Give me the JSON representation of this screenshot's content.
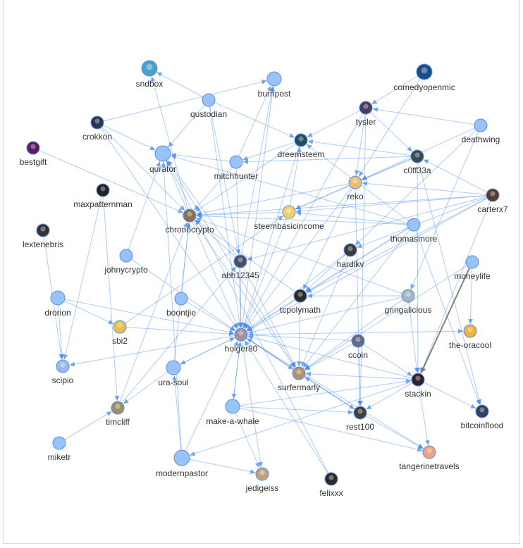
{
  "colors": {
    "edge": "#4a8ef0",
    "node_fill": "#97c2fc",
    "node_border": "#5b8ee6",
    "highlight_edge": "#808080"
  },
  "nodes": [
    {
      "id": "sndbox",
      "label": "sndbox",
      "avatar": "#4aa0c8"
    },
    {
      "id": "burnpost",
      "label": "burnpost"
    },
    {
      "id": "comedyopenmic",
      "label": "comedyopenmic",
      "avatar": "#1a4e8a"
    },
    {
      "id": "qustodian",
      "label": "qustodian"
    },
    {
      "id": "crokkon",
      "label": "crokkon",
      "avatar": "#2a3550"
    },
    {
      "id": "tysler",
      "label": "tysler",
      "avatar": "#4b3a60"
    },
    {
      "id": "deathwing",
      "label": "deathwing"
    },
    {
      "id": "bestgift",
      "label": "bestgift",
      "avatar": "#5a1a66"
    },
    {
      "id": "dreemsteem",
      "label": "dreemsteem",
      "avatar": "#1a4f66"
    },
    {
      "id": "qurator",
      "label": "qurator"
    },
    {
      "id": "c0ff33a",
      "label": "c0ff33a",
      "avatar": "#3a4a50"
    },
    {
      "id": "mitchhunter",
      "label": "mitchhunter"
    },
    {
      "id": "reko",
      "label": "reko",
      "avatar": "#e2c070"
    },
    {
      "id": "maxpatternman",
      "label": "maxpatternman",
      "avatar": "#222222"
    },
    {
      "id": "carterx7",
      "label": "carterx7",
      "avatar": "#5a3a30"
    },
    {
      "id": "chronocrypto",
      "label": "chronocrypto",
      "avatar": "#8a7050"
    },
    {
      "id": "steembasicincome",
      "label": "steembasicincome",
      "avatar": "#f0d060"
    },
    {
      "id": "thomasmore",
      "label": "thomasmore"
    },
    {
      "id": "lextenebris",
      "label": "lextenebris",
      "avatar": "#333333"
    },
    {
      "id": "hardikv",
      "label": "hardikv",
      "avatar": "#3a3a3a"
    },
    {
      "id": "johnycrypto",
      "label": "johnycrypto"
    },
    {
      "id": "abh12345",
      "label": "abh12345",
      "avatar": "#4a5060"
    },
    {
      "id": "moneylife",
      "label": "moneylife"
    },
    {
      "id": "drorion",
      "label": "drorion"
    },
    {
      "id": "boontjie",
      "label": "boontjie"
    },
    {
      "id": "tcpolymath",
      "label": "tcpolymath",
      "avatar": "#2a2a2a"
    },
    {
      "id": "gringalicious",
      "label": "gringalicious",
      "avatar": "#a0b8c0"
    },
    {
      "id": "sbi2",
      "label": "sbi2",
      "avatar": "#e8c050"
    },
    {
      "id": "the-oracool",
      "label": "the-oracool",
      "avatar": "#f0b040"
    },
    {
      "id": "holger80",
      "label": "holger80",
      "avatar": "#a090a0"
    },
    {
      "id": "ccoin",
      "label": "ccoin",
      "avatar": "#606a80"
    },
    {
      "id": "scipio",
      "label": "scipio",
      "avatar": "#9ab8e8"
    },
    {
      "id": "ura-soul",
      "label": "ura-soul"
    },
    {
      "id": "surfermarly",
      "label": "surfermarly",
      "avatar": "#b09070"
    },
    {
      "id": "stackin",
      "label": "stackin",
      "avatar": "#302030"
    },
    {
      "id": "timcliff",
      "label": "timcliff",
      "avatar": "#a09060"
    },
    {
      "id": "make-a-whale",
      "label": "make-a-whale"
    },
    {
      "id": "rest100",
      "label": "rest100",
      "avatar": "#404040"
    },
    {
      "id": "bitcoinflood",
      "label": "bitcoinflood",
      "avatar": "#304060"
    },
    {
      "id": "miketr",
      "label": "miketr"
    },
    {
      "id": "tangerinetravels",
      "label": "tangerinetravels",
      "avatar": "#f0a080"
    },
    {
      "id": "modernpastor",
      "label": "modernpastor"
    },
    {
      "id": "jedigeiss",
      "label": "jedigeiss",
      "avatar": "#c0a080"
    },
    {
      "id": "felixxx",
      "label": "felixxx",
      "avatar": "#2a2a2a"
    }
  ],
  "edges": [
    [
      "qustodian",
      "sndbox"
    ],
    [
      "qustodian",
      "dreemsteem"
    ],
    [
      "qustodian",
      "qurator"
    ],
    [
      "crokkon",
      "burnpost"
    ],
    [
      "mitchhunter",
      "burnpost"
    ],
    [
      "holger80",
      "burnpost"
    ],
    [
      "abh12345",
      "burnpost"
    ],
    [
      "chronocrypto",
      "sndbox"
    ],
    [
      "crokkon",
      "holger80"
    ],
    [
      "crokkon",
      "chronocrypto"
    ],
    [
      "crokkon",
      "qurator"
    ],
    [
      "tysler",
      "dreemsteem"
    ],
    [
      "tysler",
      "reko"
    ],
    [
      "tysler",
      "c0ff33a"
    ],
    [
      "deathwing",
      "tysler"
    ],
    [
      "carterx7",
      "reko"
    ],
    [
      "carterx7",
      "steembasicincome"
    ],
    [
      "carterx7",
      "chronocrypto"
    ],
    [
      "carterx7",
      "tcpolymath"
    ],
    [
      "carterx7",
      "abh12345"
    ],
    [
      "carterx7",
      "stackin"
    ],
    [
      "carterx7",
      "hardikv"
    ],
    [
      "carterx7",
      "holger80"
    ],
    [
      "carterx7",
      "c0ff33a"
    ],
    [
      "thomasmore",
      "holger80"
    ],
    [
      "thomasmore",
      "steembasicincome"
    ],
    [
      "thomasmore",
      "surfermarly"
    ],
    [
      "thomasmore",
      "qurator"
    ],
    [
      "thomasmore",
      "chronocrypto"
    ],
    [
      "thomasmore",
      "bitcoinflood"
    ],
    [
      "thomasmore",
      "dreemsteem"
    ],
    [
      "thomasmore",
      "tcpolymath"
    ],
    [
      "moneylife",
      "surfermarly"
    ],
    [
      "moneylife",
      "the-oracool"
    ],
    [
      "gringalicious",
      "stackin"
    ],
    [
      "gringalicious",
      "tcpolymath"
    ],
    [
      "gringalicious",
      "chronocrypto"
    ],
    [
      "gringalicious",
      "holger80"
    ],
    [
      "gringalicious",
      "surfermarly"
    ],
    [
      "stackin",
      "surfermarly"
    ],
    [
      "stackin",
      "rest100"
    ],
    [
      "stackin",
      "bitcoinflood"
    ],
    [
      "stackin",
      "tangerinetravels"
    ],
    [
      "stackin",
      "modernpastor"
    ],
    [
      "stackin",
      "holger80"
    ],
    [
      "rest100",
      "surfermarly"
    ],
    [
      "rest100",
      "tangerinetravels"
    ],
    [
      "rest100",
      "holger80"
    ],
    [
      "ccoin",
      "rest100"
    ],
    [
      "ccoin",
      "stackin"
    ],
    [
      "ccoin",
      "holger80"
    ],
    [
      "ccoin",
      "surfermarly"
    ],
    [
      "holger80",
      "surfermarly"
    ],
    [
      "holger80",
      "jedigeiss"
    ],
    [
      "holger80",
      "make-a-whale"
    ],
    [
      "holger80",
      "ura-soul"
    ],
    [
      "holger80",
      "scipio"
    ],
    [
      "holger80",
      "rest100"
    ],
    [
      "holger80",
      "tangerinetravels"
    ],
    [
      "holger80",
      "the-oracool"
    ],
    [
      "ura-soul",
      "holger80"
    ],
    [
      "ura-soul",
      "timcliff"
    ],
    [
      "ura-soul",
      "chronocrypto"
    ],
    [
      "make-a-whale",
      "holger80"
    ],
    [
      "make-a-whale",
      "jedigeiss"
    ],
    [
      "make-a-whale",
      "stackin"
    ],
    [
      "make-a-whale",
      "rest100"
    ],
    [
      "make-a-whale",
      "tangerinetravels"
    ],
    [
      "modernpastor",
      "jedigeiss"
    ],
    [
      "modernpastor",
      "ura-soul"
    ],
    [
      "modernpastor",
      "holger80"
    ],
    [
      "modernpastor",
      "qurator"
    ],
    [
      "felixxx",
      "holger80"
    ],
    [
      "felixxx",
      "qurator"
    ],
    [
      "drorion",
      "scipio"
    ],
    [
      "drorion",
      "holger80"
    ],
    [
      "drorion",
      "sbi2"
    ],
    [
      "lextenebris",
      "scipio"
    ],
    [
      "maxpatternman",
      "timcliff"
    ],
    [
      "maxpatternman",
      "scipio"
    ],
    [
      "timcliff",
      "chronocrypto"
    ],
    [
      "timcliff",
      "abh12345"
    ],
    [
      "johnycrypto",
      "qurator"
    ],
    [
      "johnycrypto",
      "holger80"
    ],
    [
      "boontjie",
      "chronocrypto"
    ],
    [
      "boontjie",
      "holger80"
    ],
    [
      "sbi2",
      "holger80"
    ],
    [
      "sbi2",
      "steembasicincome"
    ],
    [
      "hardikv",
      "holger80"
    ],
    [
      "hardikv",
      "tcpolymath"
    ],
    [
      "hardikv",
      "surfermarly"
    ],
    [
      "abh12345",
      "holger80"
    ],
    [
      "abh12345",
      "surfermarly"
    ],
    [
      "abh12345",
      "qurator"
    ],
    [
      "abh12345",
      "chronocrypto"
    ],
    [
      "tcpolymath",
      "holger80"
    ],
    [
      "tcpolymath",
      "surfermarly"
    ],
    [
      "tcpolymath",
      "chronocrypto"
    ],
    [
      "steembasicincome",
      "holger80"
    ],
    [
      "steembasicincome",
      "chronocrypto"
    ],
    [
      "steembasicincome",
      "dreemsteem"
    ],
    [
      "reko",
      "holger80"
    ],
    [
      "reko",
      "chronocrypto"
    ],
    [
      "reko",
      "steembasicincome"
    ],
    [
      "reko",
      "tcpolymath"
    ],
    [
      "reko",
      "rest100"
    ],
    [
      "c0ff33a",
      "reko"
    ],
    [
      "c0ff33a",
      "steembasicincome"
    ],
    [
      "c0ff33a",
      "dreemsteem"
    ],
    [
      "c0ff33a",
      "mitchhunter"
    ],
    [
      "c0ff33a",
      "stackin"
    ],
    [
      "c0ff33a",
      "bitcoinflood"
    ],
    [
      "comedyopenmic",
      "reko"
    ],
    [
      "comedyopenmic",
      "tysler"
    ],
    [
      "dreemsteem",
      "chronocrypto"
    ],
    [
      "dreemsteem",
      "holger80"
    ],
    [
      "dreemsteem",
      "mitchhunter"
    ],
    [
      "mitchhunter",
      "chronocrypto"
    ],
    [
      "mitchhunter",
      "qurator"
    ],
    [
      "mitchhunter",
      "holger80"
    ],
    [
      "deathwing",
      "reko"
    ],
    [
      "deathwing",
      "hardikv"
    ],
    [
      "deathwing",
      "gringalicious"
    ],
    [
      "bestgift",
      "chronocrypto"
    ],
    [
      "qurator",
      "holger80"
    ],
    [
      "qurator",
      "surfermarly"
    ],
    [
      "chronocrypto",
      "surfermarly"
    ],
    [
      "miketr",
      "timcliff"
    ],
    [
      "tysler",
      "holger80"
    ],
    [
      "tysler",
      "rest100"
    ],
    [
      "qustodian",
      "abh12345"
    ],
    [
      "qustodian",
      "holger80"
    ]
  ],
  "highlight_edges": [
    [
      "moneylife",
      "stackin"
    ]
  ]
}
